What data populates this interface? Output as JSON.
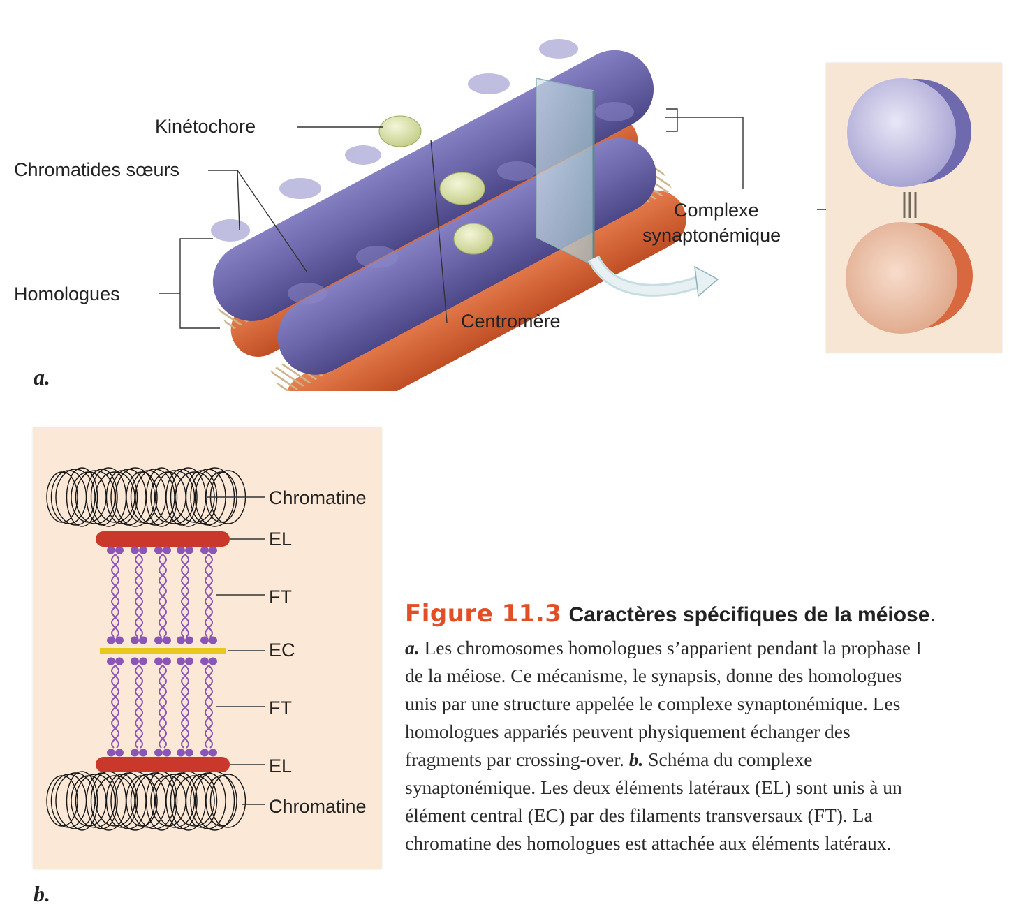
{
  "panel_a": {
    "letter": "a.",
    "labels": {
      "kinetochore": "Kinétochore",
      "sister_chromatids": "Chromatides sœurs",
      "homologues": "Homologues",
      "centromere": "Centromère",
      "complex_line1": "Complexe",
      "complex_line2": "synaptonémique"
    }
  },
  "panel_b": {
    "letter": "b.",
    "labels": {
      "chromatin_top": "Chromatine",
      "el_top": "EL",
      "ft_top": "FT",
      "ec": "EC",
      "ft_bottom": "FT",
      "el_bottom": "EL",
      "chromatin_bottom": "Chromatine"
    }
  },
  "caption": {
    "figure_number": "Figure 11.3",
    "figure_title": "Caractères spécifiques de la méiose",
    "title_end": ".",
    "lines": [
      {
        "marker": "a.",
        "text": " Les chromosomes homologues s’apparient pendant la prophase I"
      },
      {
        "marker": "",
        "text": "de la méiose. Ce mécanisme, le synapsis, donne des homologues"
      },
      {
        "marker": "",
        "text": "unis par une structure appelée le complexe synaptonémique. Les"
      },
      {
        "marker": "",
        "text": "homologues appariés peuvent physiquement échanger des"
      },
      {
        "pre": "fragments par crossing-over. ",
        "marker": "b.",
        "text": " Schéma du complexe"
      },
      {
        "marker": "",
        "text": "synaptonémique. Les deux éléments latéraux (EL) sont unis à un"
      },
      {
        "marker": "",
        "text": "élément central (EC) par des filaments transversaux (FT). La"
      },
      {
        "marker": "",
        "text": "chromatine des homologues est attachée aux éléments latéraux."
      }
    ]
  },
  "colors": {
    "chromosome_purple": "#6a64a8",
    "homologue_orange": "#d9673a",
    "kinetochore_green": "#dfe5b0",
    "lateral_element_red": "#c9382a",
    "central_element_yellow": "#e8c81c",
    "filament_purple": "#8b55b8",
    "figure_number_orange": "#e04f26",
    "panel_background": "#fbe8d6"
  }
}
